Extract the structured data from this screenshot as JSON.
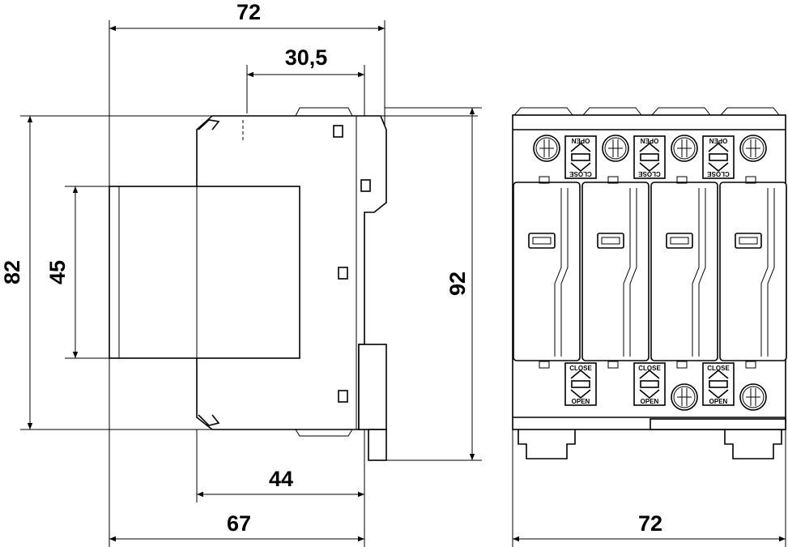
{
  "drawing": {
    "dimensions": {
      "overall_width_top": "72",
      "depth_offset": "30,5",
      "height_outer": "82",
      "height_front": "45",
      "height_total": "92",
      "depth_rail": "44",
      "depth_total": "67",
      "width_front": "72"
    },
    "switch_labels": {
      "open": "OPEN",
      "close": "CLOSE"
    },
    "module_count": 4
  }
}
